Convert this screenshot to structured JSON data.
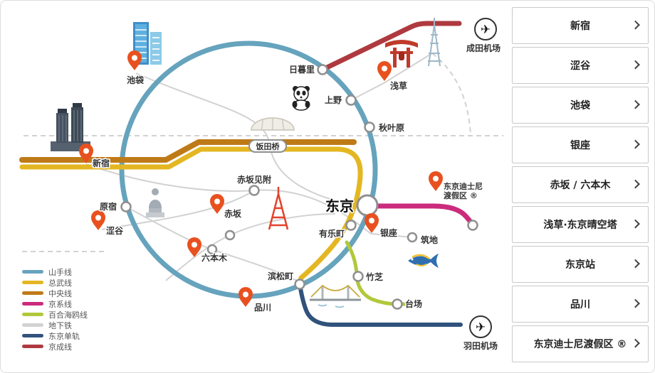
{
  "sidebar": {
    "items": [
      {
        "label": "新宿"
      },
      {
        "label": "涩谷"
      },
      {
        "label": "池袋"
      },
      {
        "label": "银座"
      },
      {
        "label": "赤坂 / 六本木"
      },
      {
        "label": "浅草·东京晴空塔"
      },
      {
        "label": "东京站"
      },
      {
        "label": "品川"
      },
      {
        "label": "东京迪士尼渡假区 ®"
      }
    ]
  },
  "legend": {
    "items": [
      {
        "label": "山手线",
        "color": "#66a3bd"
      },
      {
        "label": "总武线",
        "color": "#e4b722"
      },
      {
        "label": "中央线",
        "color": "#bf7a18"
      },
      {
        "label": "京系线",
        "color": "#cb2b7c"
      },
      {
        "label": "百合海鸥线",
        "color": "#b2c83c"
      },
      {
        "label": "地下铁",
        "color": "#d2d2d2"
      },
      {
        "label": "东京单轨",
        "color": "#30527c"
      },
      {
        "label": "京成线",
        "color": "#ae3a40"
      }
    ]
  },
  "map": {
    "stations": {
      "ikebukuro": "池袋",
      "shinjuku": "新宿",
      "harajuku": "原宿",
      "shibuya": "涩谷",
      "nippori": "日暮里",
      "ueno": "上野",
      "asakusa": "浅草",
      "akihabara": "秋叶原",
      "iidabashi": "饭田桥",
      "akasaka_mitsuke": "赤坂见附",
      "akasaka": "赤坂",
      "roppongi": "六本木",
      "tokyo": "东京",
      "yurakucho": "有乐町",
      "ginza": "银座",
      "tsukiji": "筑地",
      "hamamatsucho": "滨松町",
      "takeshiba": "竹芝",
      "odaiba": "台场",
      "shinagawa": "品川",
      "narita_airport": "成田机场",
      "haneda_airport": "羽田机场",
      "disney_line1": "东京迪士尼",
      "disney_line2": "渡假区 ®"
    },
    "icons": {
      "plane": "✈"
    }
  }
}
